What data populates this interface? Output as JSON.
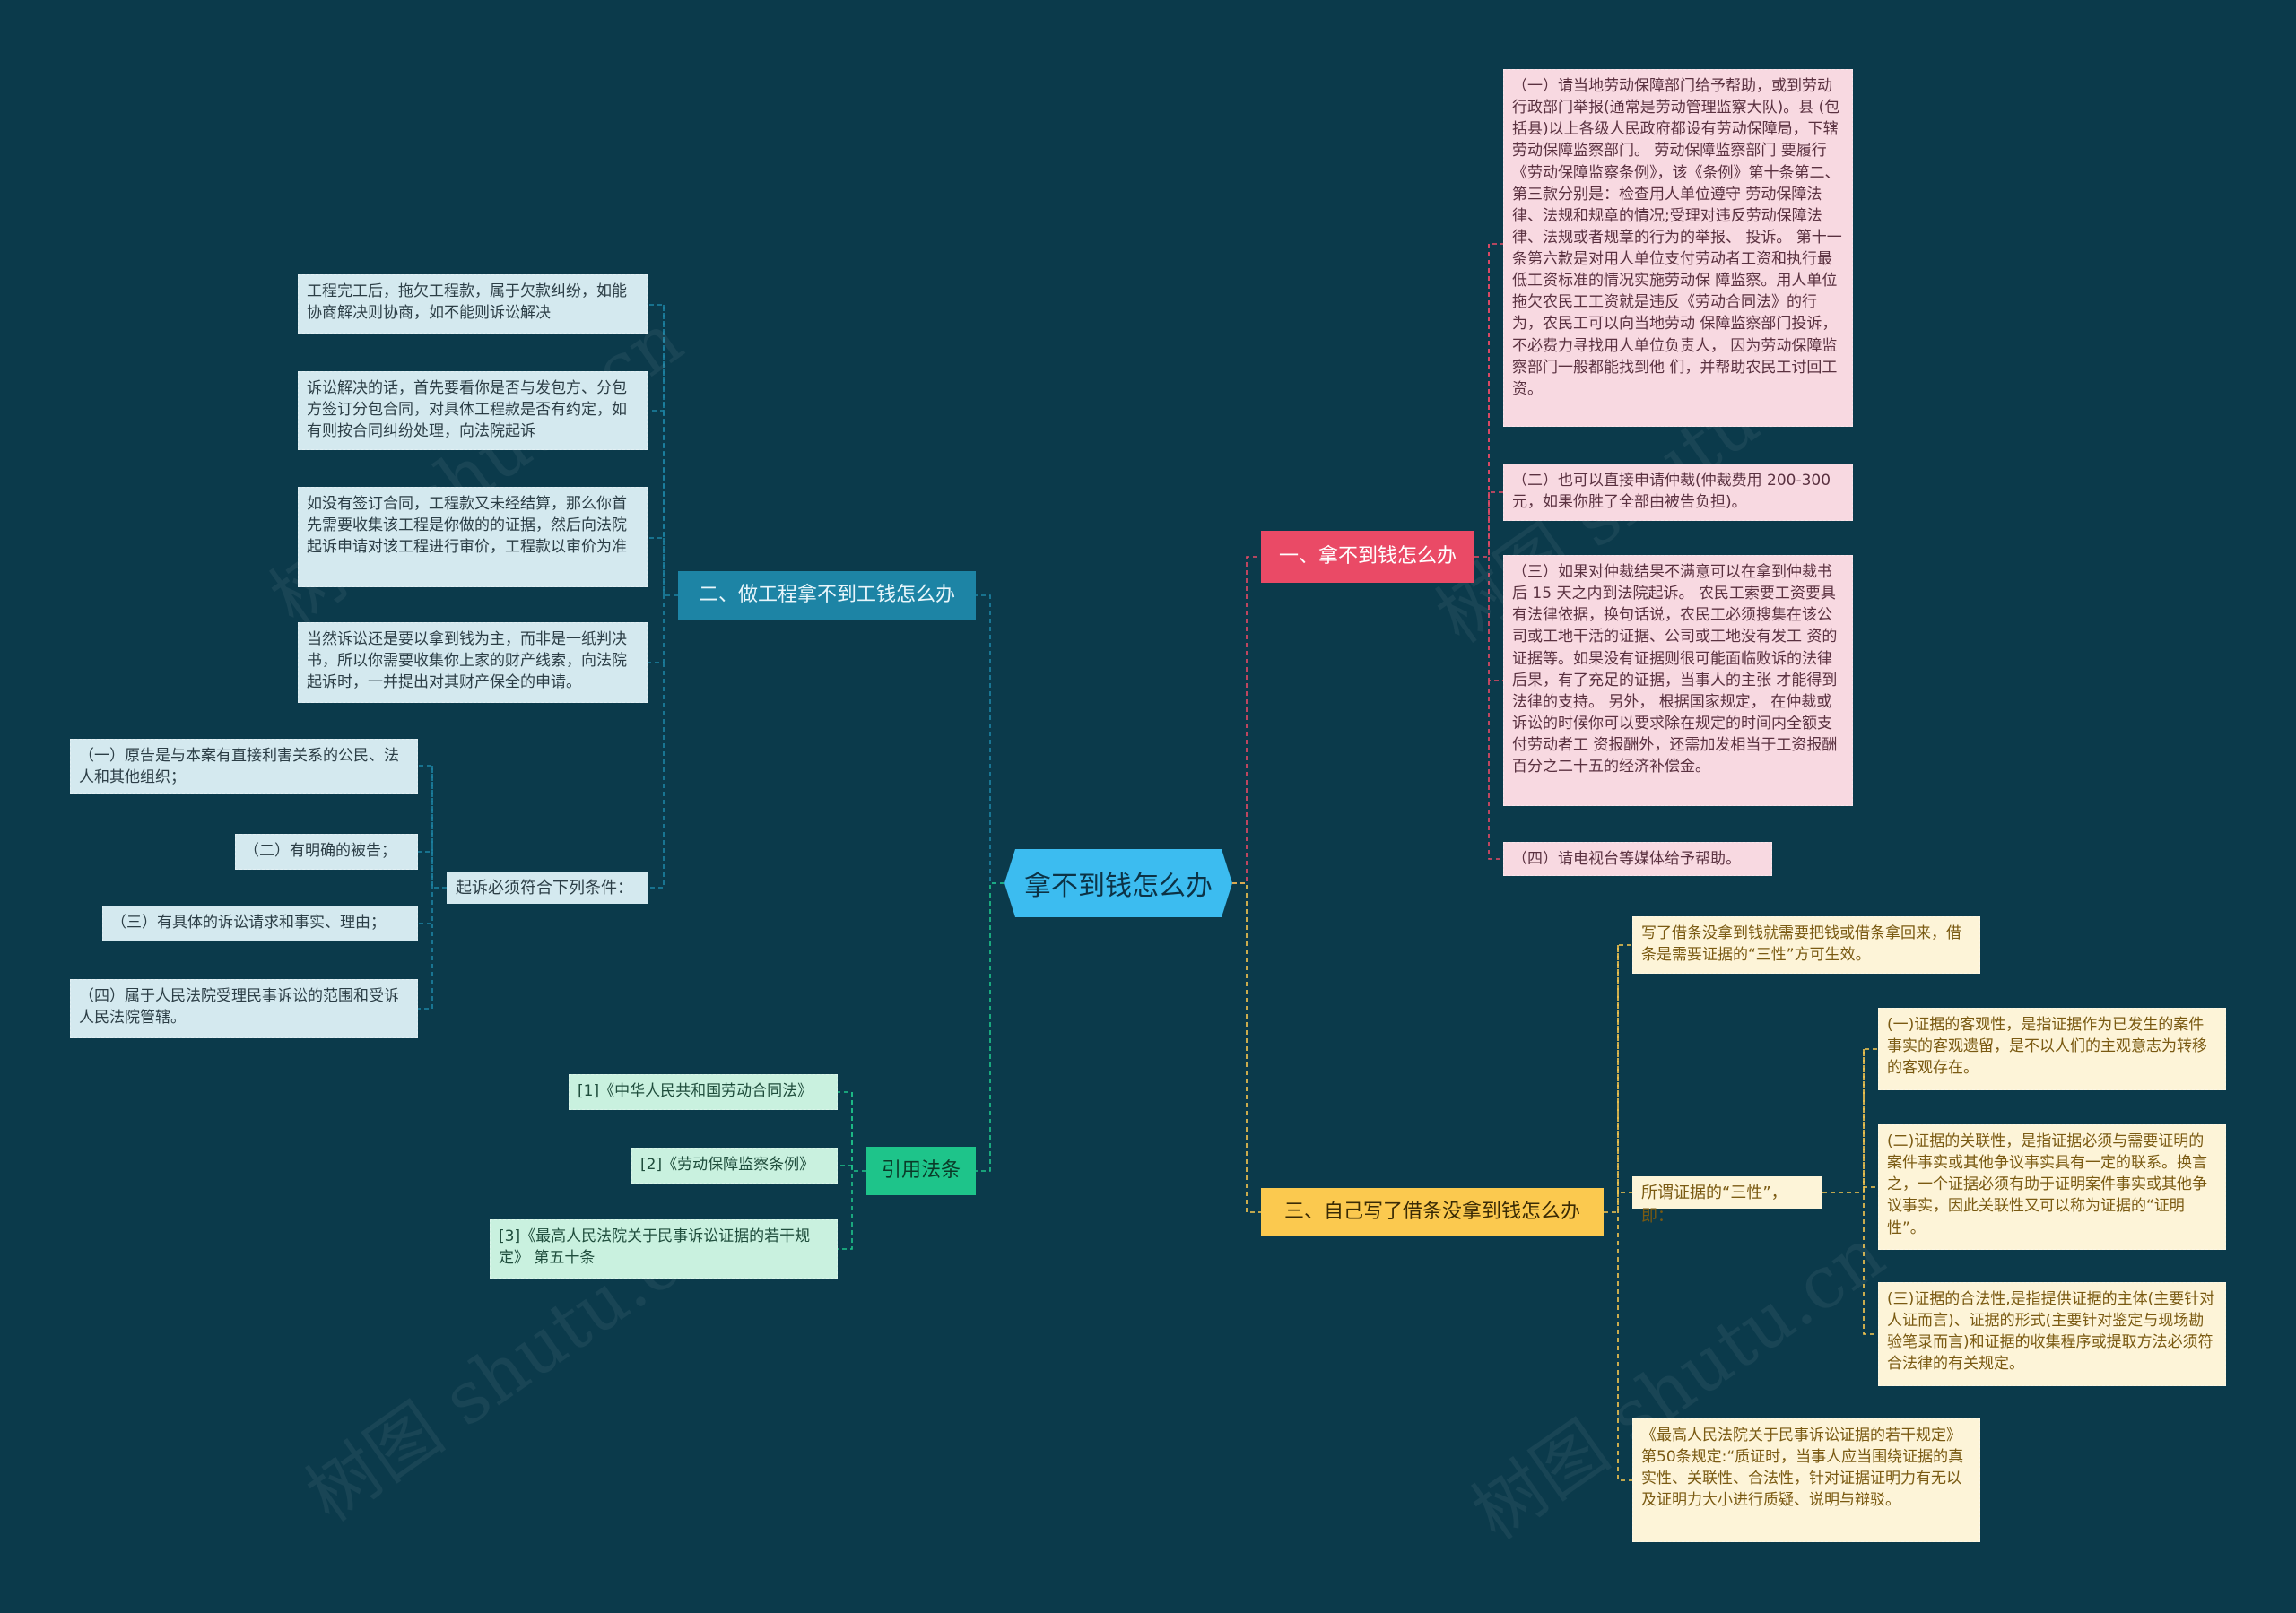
{
  "root": {
    "label": "拿不到钱怎么办"
  },
  "branch1": {
    "label": "一、拿不到钱怎么办",
    "items": [
      "（一）请当地劳动保障部门给予帮助，或到劳动行政部门举报(通常是劳动管理监察大队)。县 (包括县)以上各级人民政府都设有劳动保障局，下辖劳动保障监察部门。 劳动保障监察部门 要履行《劳动保障监察条例》，该《条例》第十条第二、第三款分别是：检查用人单位遵守 劳动保障法律、法规和规章的情况;受理对违反劳动保障法律、法规或者规章的行为的举报、 投诉。 第十一条第六款是对用人单位支付劳动者工资和执行最低工资标准的情况实施劳动保 障监察。用人单位拖欠农民工工资就是违反《劳动合同法》的行为，农民工可以向当地劳动 保障监察部门投诉， 不必费力寻找用人单位负责人， 因为劳动保障监察部门一般都能找到他 们，并帮助农民工讨回工资。",
      "（二）也可以直接申请仲裁(仲裁费用 200-300 元，如果你胜了全部由被告负担)。",
      "（三）如果对仲裁结果不满意可以在拿到仲裁书后 15 天之内到法院起诉。 农民工索要工资要具 有法律依据，换句话说，农民工必须搜集在该公司或工地干活的证据、公司或工地没有发工 资的证据等。如果没有证据则很可能面临败诉的法律后果，有了充足的证据，当事人的主张 才能得到法律的支持。 另外， 根据国家规定， 在仲裁或诉讼的时候你可以要求除在规定的时间内全额支付劳动者工 资报酬外，还需加发相当于工资报酬百分之二十五的经济补偿金。",
      "（四）请电视台等媒体给予帮助。"
    ]
  },
  "branch2": {
    "label": "二、做工程拿不到工钱怎么办",
    "items": [
      "工程完工后，拖欠工程款，属于欠款纠纷，如能协商解决则协商，如不能则诉讼解决",
      "诉讼解决的话，首先要看你是否与发包方、分包方签订分包合同，对具体工程款是否有约定，如有则按合同纠纷处理，向法院起诉",
      "如没有签订合同，工程款又未经结算，那么你首先需要收集该工程是你做的的证据，然后向法院起诉申请对该工程进行审价，工程款以审价为准",
      "当然诉讼还是要以拿到钱为主，而非是一纸判决书，所以你需要收集你上家的财产线索，向法院起诉时，一并提出对其财产保全的申请。"
    ],
    "sub_label": "起诉必须符合下列条件：",
    "sub_items": [
      "（一）原告是与本案有直接利害关系的公民、法人和其他组织；",
      "（二）有明确的被告；",
      "（三）有具体的诉讼请求和事实、理由；",
      "（四）属于人民法院受理民事诉讼的范围和受诉人民法院管辖。"
    ]
  },
  "branch3": {
    "label": "三、自己写了借条没拿到钱怎么办",
    "intro": "写了借条没拿到钱就需要把钱或借条拿回来，借条是需要证据的“三性”方可生效。",
    "sub_label": "所谓证据的“三性”，即：",
    "sub_items": [
      "(一)证据的客观性，是指证据作为已发生的案件事实的客观遗留，是不以人们的主观意志为转移的客观存在。",
      "(二)证据的关联性，是指证据必须与需要证明的案件事实或其他争议事实具有一定的联系。换言之，一个证据必须有助于证明案件事实或其他争议事实，因此关联性又可以称为证据的“证明性”。",
      "(三)证据的合法性,是指提供证据的主体(主要针对人证而言)、证据的形式(主要针对鉴定与现场勘验笔录而言)和证据的收集程序或提取方法必须符合法律的有关规定。"
    ],
    "outro": "《最高人民法院关于民事诉讼证据的若干规定》第50条规定:“质证时，当事人应当围绕证据的真实性、关联性、合法性，针对证据证明力有无以及证明力大小进行质疑、说明与辩驳。"
  },
  "branch4": {
    "label": "引用法条",
    "items": [
      "[1]《中华人民共和国劳动合同法》",
      "[2]《劳动保障监察条例》",
      "[3]《最高人民法院关于民事诉讼证据的若干规定》 第五十条"
    ]
  },
  "watermarks": [
    "树图 shutu.cn",
    "树图 shutu.cn",
    "树图 shutu.cn",
    "树图 shutu.cn"
  ],
  "colors": {
    "background": "#0b3a4b",
    "root": "#3cbcf0",
    "branch_blue": "#1d84a5",
    "branch_red": "#ea4a66",
    "branch_yellow": "#fbc94f",
    "branch_green": "#1ec48a"
  }
}
